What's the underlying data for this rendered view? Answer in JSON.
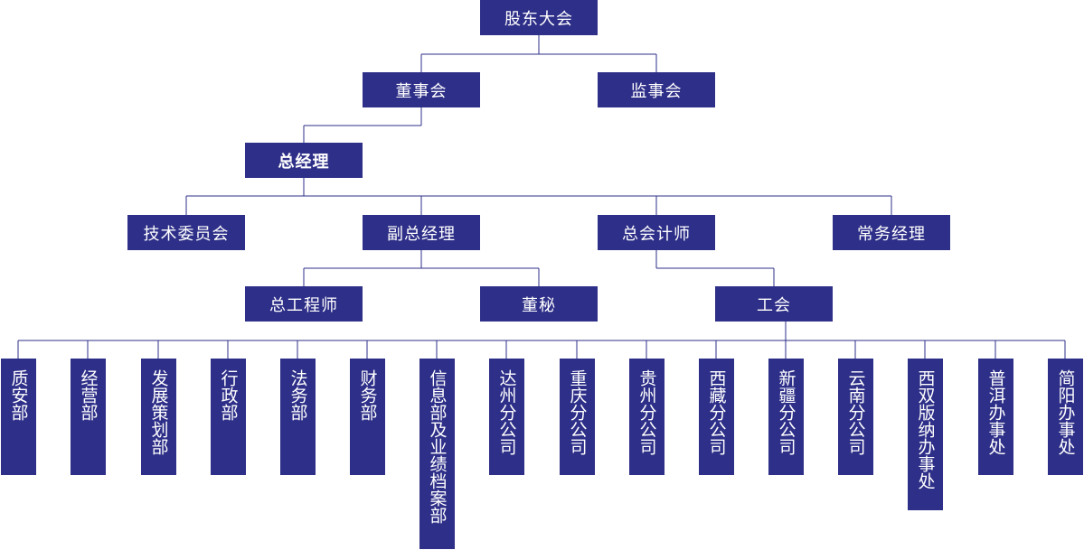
{
  "org": {
    "shareholders": "股东大会",
    "board": "董事会",
    "supervisory": "监事会",
    "general_manager": "总经理",
    "tech_committee": "技术委员会",
    "deputy_gm": "副总经理",
    "chief_accountant": "总会计师",
    "executive_manager": "常务经理",
    "chief_engineer": "总工程师",
    "board_secretary": "董秘",
    "union": "工会",
    "departments": [
      "质安部",
      "经营部",
      "发展策划部",
      "行政部",
      "法务部",
      "财务部",
      "信息部及业绩档案部",
      "达州分公司",
      "重庆分公司",
      "贵州分公司",
      "西藏分公司",
      "新疆分公司",
      "云南分公司",
      "西双版纳办事处",
      "普洱办事处",
      "简阳办事处"
    ]
  },
  "colors": {
    "box_fill": "#2e2f88",
    "box_text": "#ffffff",
    "connector": "#2e2f88"
  }
}
